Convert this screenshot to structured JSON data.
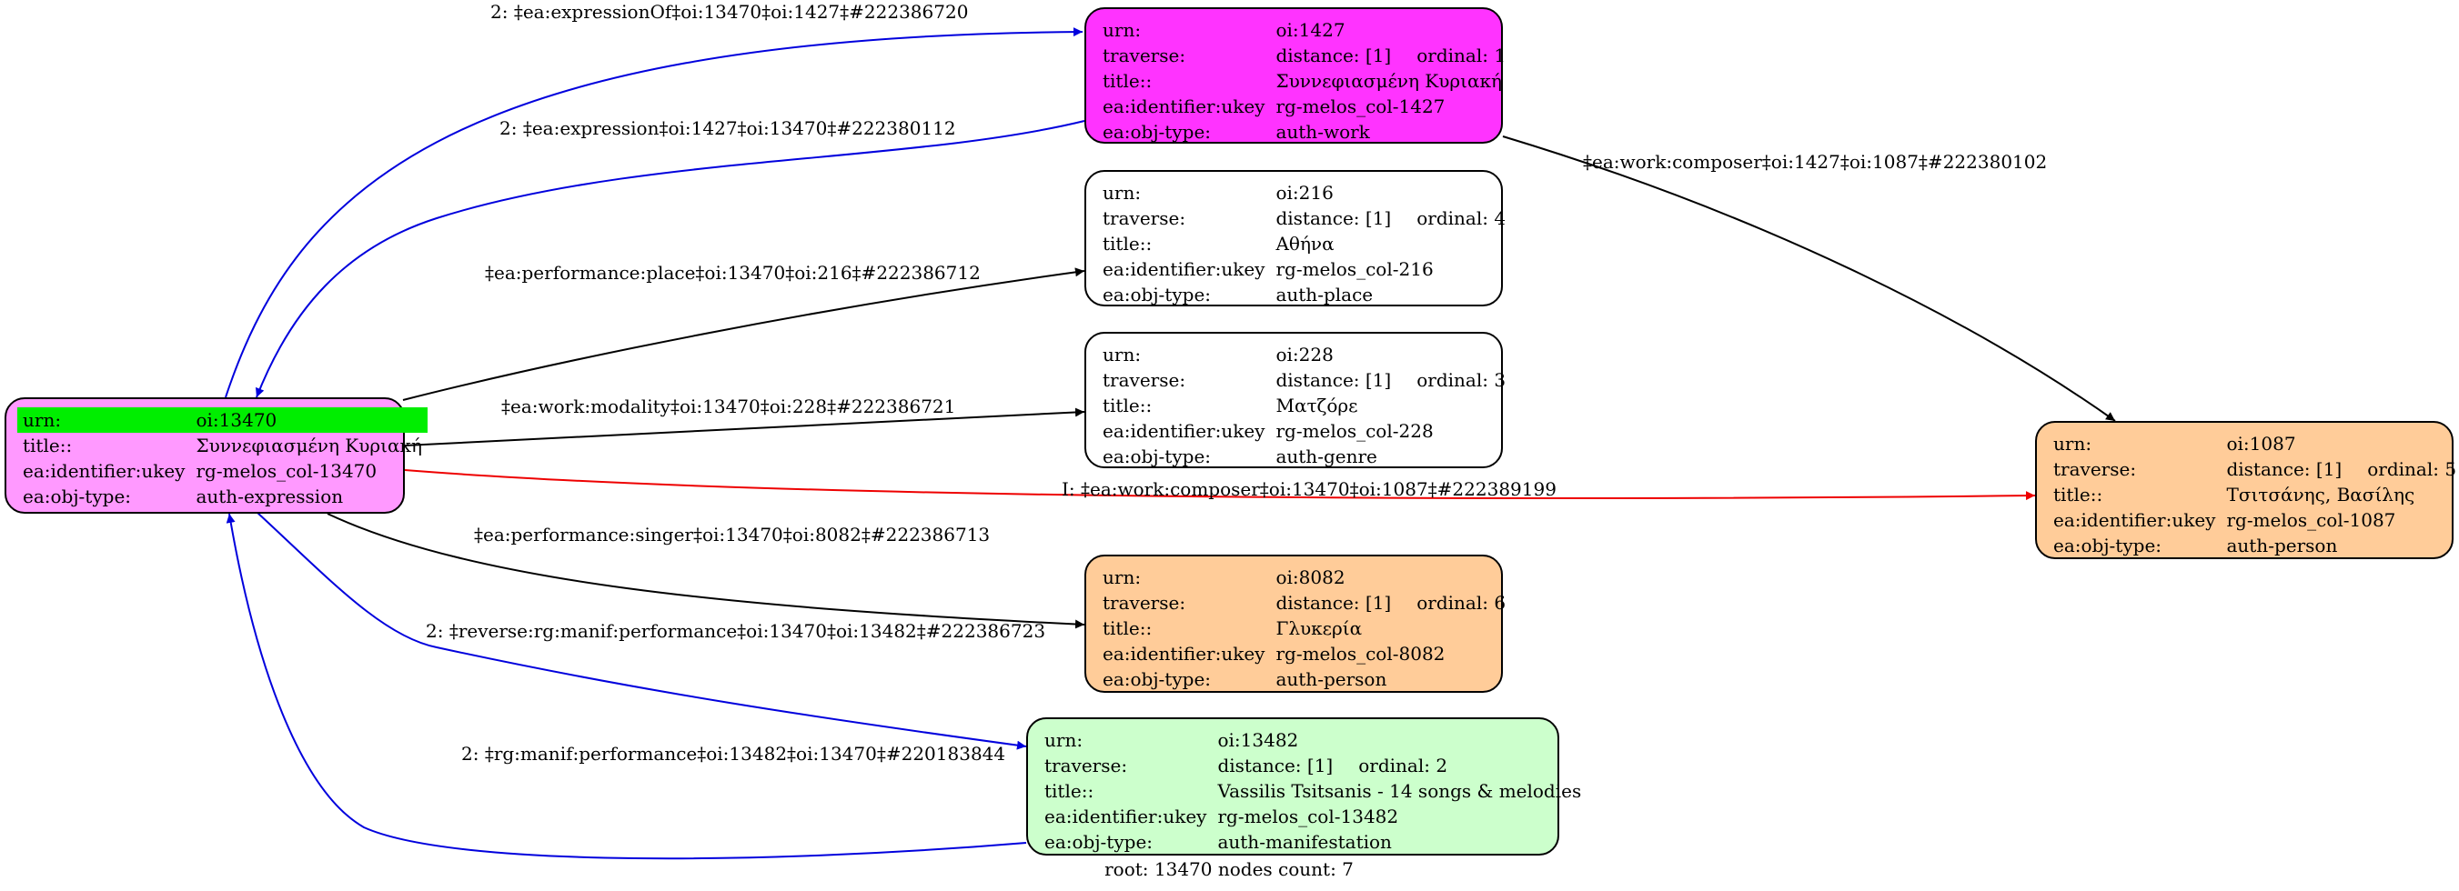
{
  "colors": {
    "root_node": "#ff99ff",
    "work_node": "#ff33ff",
    "plain_node": "#ffffff",
    "person_node": "#ffcc99",
    "manifestation_node": "#ccffcc",
    "highlight": "#00ee00",
    "edge_blue": "#0000dd",
    "edge_black": "#000000",
    "edge_red": "#ee0000"
  },
  "field_labels": {
    "urn": "urn:",
    "traverse": "traverse:",
    "title": "title::",
    "ukey": "ea:identifier:ukey",
    "objtype": "ea:obj-type:"
  },
  "nodes": {
    "root": {
      "urn": "oi:13470",
      "title": "Συννεφιασμένη Κυριακή",
      "ukey": "rg-melos_col-13470",
      "objtype": "auth-expression"
    },
    "work": {
      "urn": "oi:1427",
      "distance": "distance: [1]",
      "ordinal": "ordinal: 1",
      "title": "Συννεφιασμένη Κυριακή",
      "ukey": "rg-melos_col-1427",
      "objtype": "auth-work"
    },
    "place": {
      "urn": "oi:216",
      "distance": "distance: [1]",
      "ordinal": "ordinal: 4",
      "title": "Αθήνα",
      "ukey": "rg-melos_col-216",
      "objtype": "auth-place"
    },
    "genre": {
      "urn": "oi:228",
      "distance": "distance: [1]",
      "ordinal": "ordinal: 3",
      "title": "Ματζόρε",
      "ukey": "rg-melos_col-228",
      "objtype": "auth-genre"
    },
    "singer": {
      "urn": "oi:8082",
      "distance": "distance: [1]",
      "ordinal": "ordinal: 6",
      "title": "Γλυκερία",
      "ukey": "rg-melos_col-8082",
      "objtype": "auth-person"
    },
    "manif": {
      "urn": "oi:13482",
      "distance": "distance: [1]",
      "ordinal": "ordinal: 2",
      "title": "Vassilis Tsitsanis - 14 songs & melodies",
      "ukey": "rg-melos_col-13482",
      "objtype": "auth-manifestation"
    },
    "composer": {
      "urn": "oi:1087",
      "distance": "distance: [1]",
      "ordinal": "ordinal: 5",
      "title": "Τσιτσάνης, Βασίλης",
      "ukey": "rg-melos_col-1087",
      "objtype": "auth-person"
    }
  },
  "edges": [
    {
      "id": "expressionOf",
      "color": "edge_blue",
      "label": "2: ‡ea:expressionOf‡oi:13470‡oi:1427‡#222386720"
    },
    {
      "id": "expression",
      "color": "edge_blue",
      "label": "2: ‡ea:expression‡oi:1427‡oi:13470‡#222380112"
    },
    {
      "id": "work-composer",
      "color": "edge_black",
      "label": "‡ea:work:composer‡oi:1427‡oi:1087‡#222380102"
    },
    {
      "id": "performance-place",
      "color": "edge_black",
      "label": "‡ea:performance:place‡oi:13470‡oi:216‡#222386712"
    },
    {
      "id": "work-modality",
      "color": "edge_black",
      "label": "‡ea:work:modality‡oi:13470‡oi:228‡#222386721"
    },
    {
      "id": "composer-inferred",
      "color": "edge_red",
      "label": "I: ‡ea:work:composer‡oi:13470‡oi:1087‡#222389199"
    },
    {
      "id": "performance-singer",
      "color": "edge_black",
      "label": "‡ea:performance:singer‡oi:13470‡oi:8082‡#222386713"
    },
    {
      "id": "reverse-manif",
      "color": "edge_blue",
      "label": "2: ‡reverse:rg:manif:performance‡oi:13470‡oi:13482‡#222386723"
    },
    {
      "id": "manif-performance",
      "color": "edge_blue",
      "label": "2: ‡rg:manif:performance‡oi:13482‡oi:13470‡#220183844"
    }
  ],
  "footer": "root: 13470 nodes count: 7"
}
